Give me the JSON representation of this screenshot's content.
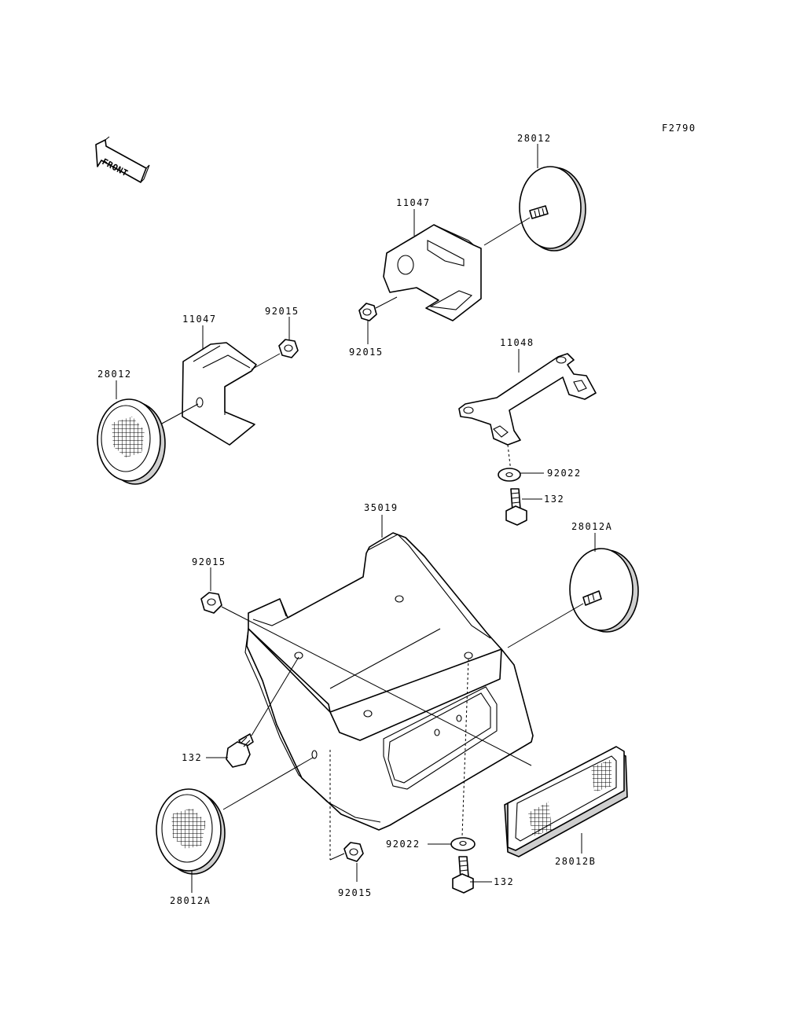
{
  "figure_code": "F2790",
  "front_label": "FRONT",
  "parts": {
    "reflector_rear_top": "28012",
    "bracket_right": "11047",
    "nut_bracket_right": "92015",
    "bracket_left": "11047",
    "nut_bracket_left": "92015",
    "reflector_left": "28012",
    "stay": "11048",
    "washer_stay": "92022",
    "bolt_stay": "132",
    "fender": "35019",
    "reflector_side_right": "28012A",
    "nut_fender_top": "92015",
    "bolt_fender_left": "132",
    "reflector_side_left": "28012A",
    "nut_fender_bottom": "92015",
    "washer_fender": "92022",
    "bolt_fender_bottom": "132",
    "reflector_rear": "28012B"
  }
}
